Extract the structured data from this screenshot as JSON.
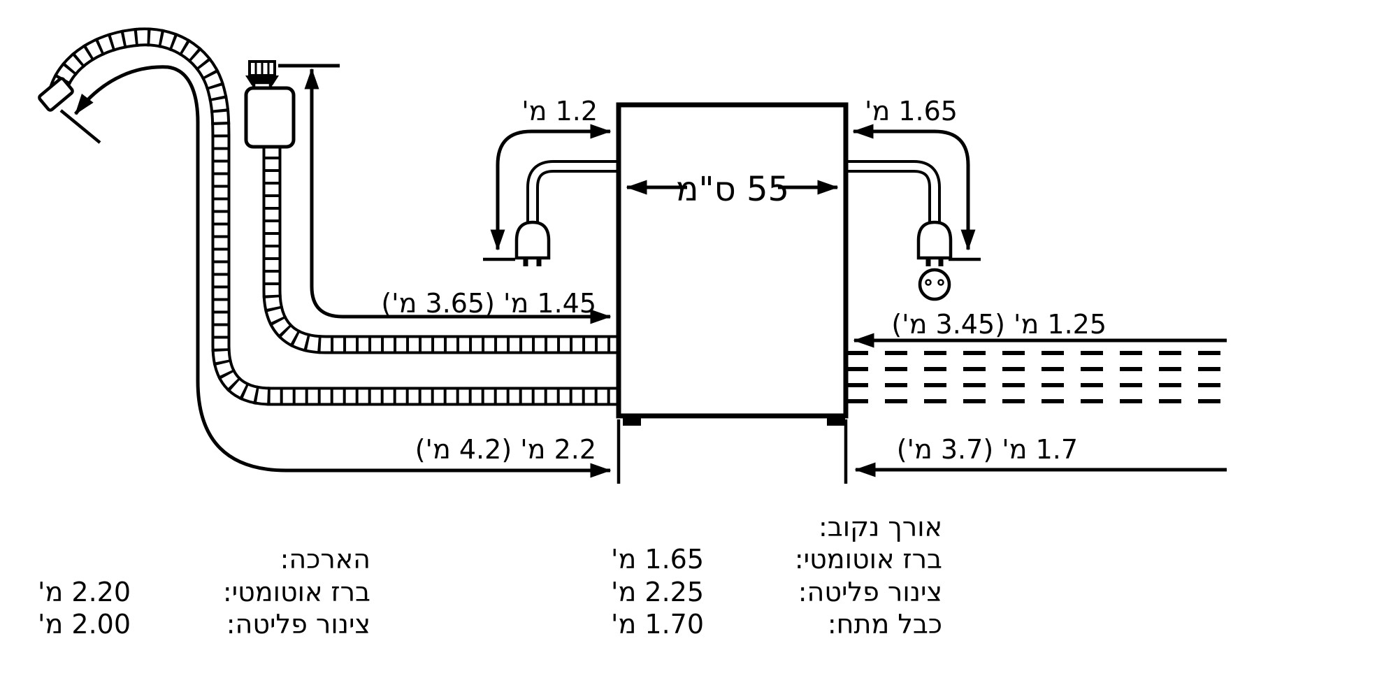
{
  "page": {
    "background": "#ffffff",
    "ink": "#000000"
  },
  "dimensions": {
    "power_cord_left": "1.2 מ'",
    "power_cord_right": "1.65 מ'",
    "appliance_width": "55 ס\"מ",
    "inlet_hose": "1.45 מ' (3.65 מ')",
    "supply_hose": "1.25 מ' (3.45 מ')",
    "drain_hose": "2.2 מ' (4.2 מ')",
    "power_cable_floor": "1.7 מ' (3.7 מ')"
  },
  "legend": {
    "nominal": {
      "header": "אורך נקוב:",
      "rows": [
        {
          "label": "ברז אוטומטי:",
          "value": "1.65 מ'"
        },
        {
          "label": "צינור פליטה:",
          "value": "2.25 מ'"
        },
        {
          "label": "כבל מתח:",
          "value": "1.70 מ'"
        }
      ]
    },
    "extension": {
      "header": "הארכה:",
      "rows": [
        {
          "label": "ברז אוטומטי:",
          "value": "2.20 מ'"
        },
        {
          "label": "צינור פליטה:",
          "value": "2.00 מ'"
        }
      ]
    }
  }
}
